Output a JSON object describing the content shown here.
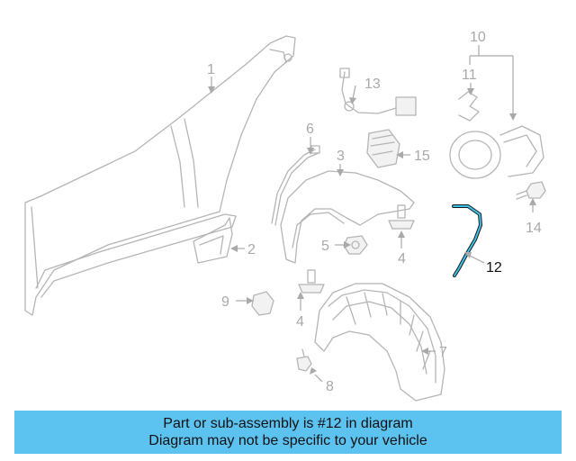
{
  "diagram": {
    "callouts": {
      "c1": "1",
      "c2": "2",
      "c3": "3",
      "c4a": "4",
      "c4b": "4",
      "c5": "5",
      "c6": "6",
      "c7": "7",
      "c8": "8",
      "c9": "9",
      "c10": "10",
      "c11": "11",
      "c12": "12",
      "c13": "13",
      "c14": "14",
      "c15": "15"
    },
    "highlighted_part": "12",
    "colors": {
      "line_art": "#b5b5b5",
      "highlight": "#3cc0e8",
      "banner": "#5cc2f0"
    }
  },
  "banner": {
    "line1": "Part or sub-assembly is #12 in diagram",
    "line2": "Diagram may not be specific to your vehicle"
  }
}
